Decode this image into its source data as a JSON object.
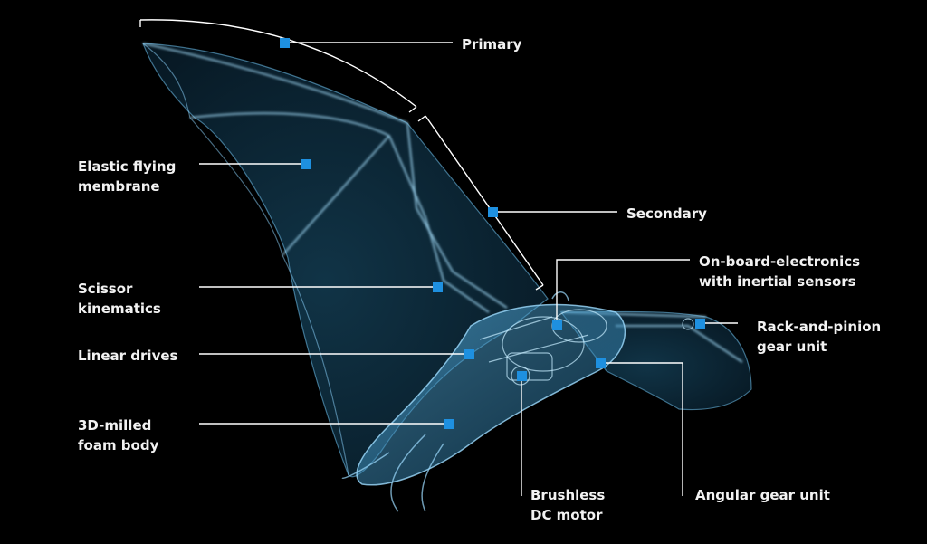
{
  "colors": {
    "background": "#000000",
    "marker": "#1e90e0",
    "leader": "#ffffff",
    "xray_body": "#7fd0ff",
    "label_text": "#f2f2f2"
  },
  "labels": {
    "primary": [
      "Primary"
    ],
    "secondary": [
      "Secondary"
    ],
    "membrane": [
      "Elastic flying",
      "membrane"
    ],
    "scissor": [
      "Scissor",
      "kinematics"
    ],
    "linear": [
      "Linear drives"
    ],
    "foam": [
      "3D-milled",
      "foam body"
    ],
    "electronics": [
      "On-board-electronics",
      "with inertial sensors"
    ],
    "rack": [
      "Rack-and-pinion",
      "gear unit"
    ],
    "angular": [
      "Angular gear unit"
    ],
    "motor": [
      "Brushless",
      "DC motor"
    ]
  }
}
